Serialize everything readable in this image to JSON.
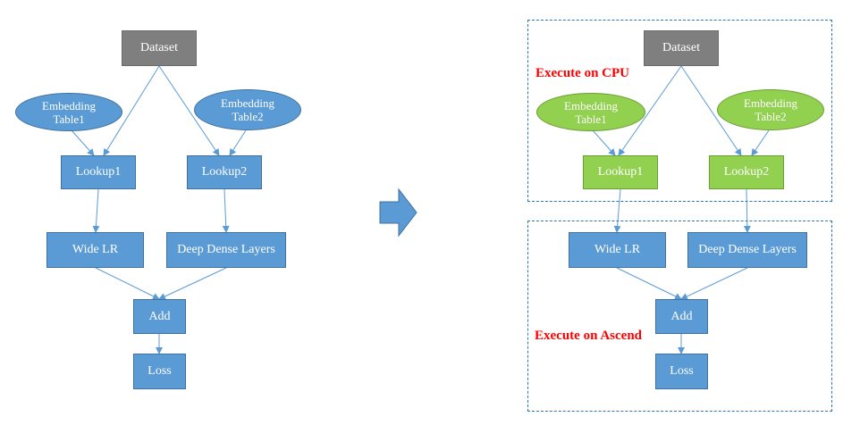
{
  "left": {
    "dataset": "Dataset",
    "emb1": "Embedding\nTable1",
    "emb2": "Embedding\nTable2",
    "lookup1": "Lookup1",
    "lookup2": "Lookup2",
    "wide": "Wide LR",
    "deep": "Deep Dense Layers",
    "add": "Add",
    "loss": "Loss"
  },
  "right": {
    "dataset": "Dataset",
    "emb1": "Embedding\nTable1",
    "emb2": "Embedding\nTable2",
    "lookup1": "Lookup1",
    "lookup2": "Lookup2",
    "wide": "Wide LR",
    "deep": "Deep Dense Layers",
    "add": "Add",
    "loss": "Loss",
    "cpu_label": "Execute on CPU",
    "ascend_label": "Execute on Ascend"
  },
  "colors": {
    "node_blue": "#5b9bd5",
    "node_gray": "#7f7f7f",
    "node_green": "#92d050",
    "label_red": "#ff0000",
    "arrow": "#5b9bd5"
  }
}
